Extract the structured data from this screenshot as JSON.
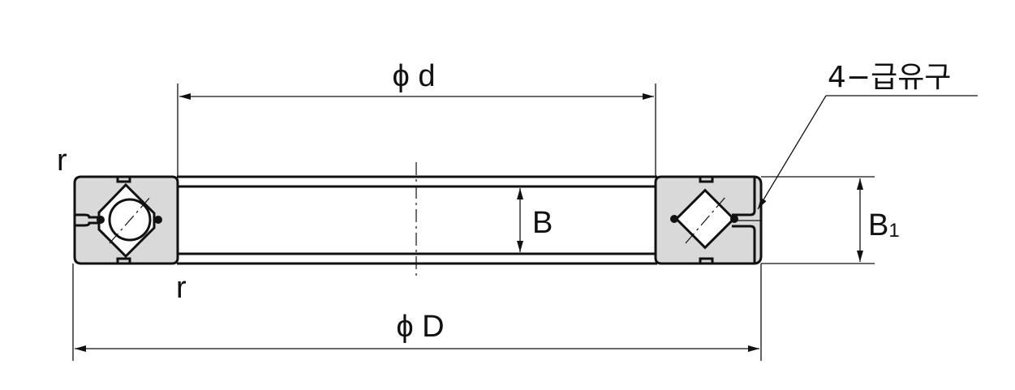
{
  "labels": {
    "inner_diameter": "ϕ d",
    "outer_diameter": "ϕ D",
    "width": "B",
    "width_b1_main": "B",
    "width_b1_sub": "1",
    "fillet_top": "r",
    "fillet_bottom": "r",
    "lubrication_hole": "4−급유구"
  },
  "colors": {
    "line": "#111111",
    "section_fill": "#d9d9d9",
    "background": "#ffffff"
  }
}
